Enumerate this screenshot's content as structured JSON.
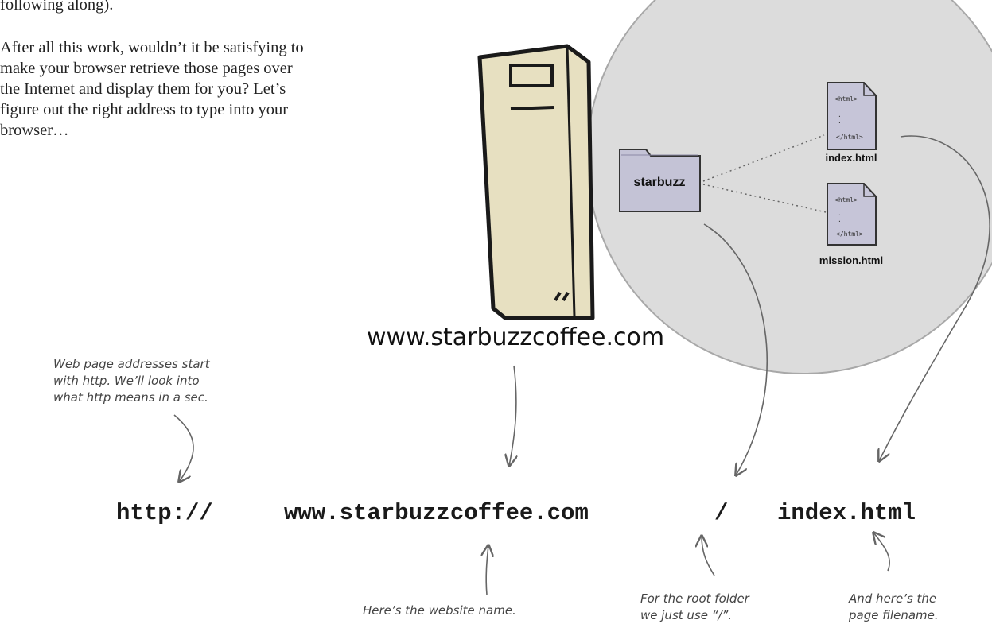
{
  "body_text": {
    "line0": "following along).",
    "lines": [
      "After all this work, wouldn’t it be satisfying to",
      "make your browser retrieve those pages over",
      "the Internet and display them for you? Let’s",
      "figure out the right address to type into your",
      "browser…"
    ]
  },
  "server": {
    "domain_label": "www.starbuzzcoffee.com"
  },
  "folder": {
    "label": "starbuzz"
  },
  "files": [
    {
      "name": "index.html",
      "open_tag": "<html>",
      "close_tag": "</html>"
    },
    {
      "name": "mission.html",
      "open_tag": "<html>",
      "close_tag": "</html>"
    }
  ],
  "url": {
    "scheme": "http://",
    "host": "www.starbuzzcoffee.com",
    "slash": "/",
    "file": "index.html"
  },
  "annotations": {
    "http_note": [
      "Web page addresses start",
      "with http. We’ll look into",
      "what http means in a sec."
    ],
    "website_note": "Here’s the website name.",
    "root_note": [
      "For the root folder",
      "we just use “/”."
    ],
    "page_note": [
      "And here’s the",
      "page filename."
    ]
  }
}
